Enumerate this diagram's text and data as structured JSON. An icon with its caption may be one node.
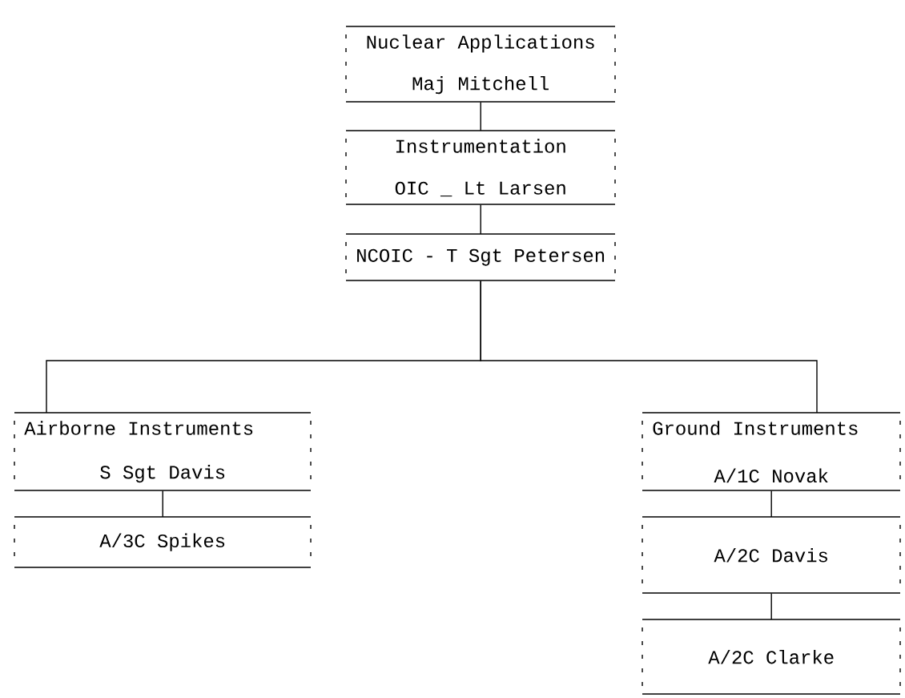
{
  "diagram": {
    "nodes": [
      {
        "text": [
          "Nuclear Applications",
          "Maj Mitchell"
        ]
      },
      {
        "text": [
          "Instrumentation",
          "OIC _ Lt Larsen"
        ]
      },
      {
        "text": [
          "NCOIC - T Sgt Petersen"
        ]
      },
      {
        "text": [
          "Airborne Instruments",
          "S Sgt Davis"
        ]
      },
      {
        "text": [
          "A/3C Spikes"
        ]
      },
      {
        "text": [
          "Ground Instruments",
          "A/1C Novak"
        ]
      },
      {
        "text": [
          "A/2C Davis"
        ]
      },
      {
        "text": [
          "A/2C Clarke"
        ]
      }
    ],
    "edges": [
      {
        "from": 0,
        "to": 1,
        "arrow": "none"
      },
      {
        "from": 1,
        "to": 2,
        "arrow": "none"
      },
      {
        "from": 2,
        "to": 3,
        "arrow": "none"
      },
      {
        "from": 2,
        "to": 5,
        "arrow": "none"
      },
      {
        "from": 3,
        "to": 4,
        "arrow": "none"
      },
      {
        "from": 5,
        "to": 6,
        "arrow": "none"
      },
      {
        "from": 6,
        "to": 7,
        "arrow": "none"
      }
    ]
  }
}
